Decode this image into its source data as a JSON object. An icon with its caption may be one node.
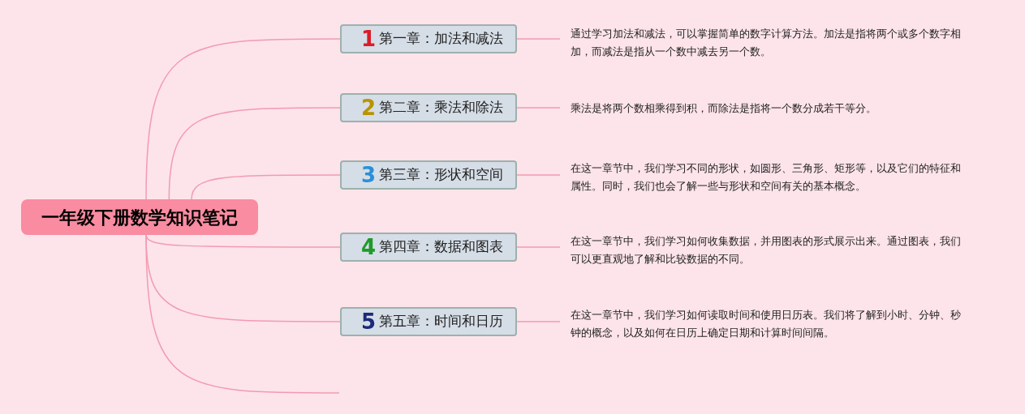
{
  "diagram": {
    "nodes": [
      {
        "text": [
          "一年级下册数学知识笔记"
        ]
      },
      {
        "text": [
          "1",
          "第一章：加法和减法"
        ]
      },
      {
        "text": [
          "2",
          "第二章：乘法和除法"
        ]
      },
      {
        "text": [
          "3",
          "第三章：形状和空间"
        ]
      },
      {
        "text": [
          "4",
          "第四章：数据和图表"
        ]
      },
      {
        "text": [
          "5",
          "第五章：时间和日历"
        ]
      },
      {
        "text": [
          "通过学习加法和减法，可以掌握简单的数字计算方法。加法是指将两个或多个数字相加，而减法是指从一个数中减去另一个数。"
        ]
      },
      {
        "text": [
          "乘法是将两个数相乘得到积，而除法是指将一个数分成若干等分。"
        ]
      },
      {
        "text": [
          "在这一章节中，我们学习不同的形状，如圆形、三角形、矩形等，以及它们的特征和属性。同时，我们也会了解一些与形状和空间有关的基本概念。"
        ]
      },
      {
        "text": [
          "在这一章节中，我们学习如何收集数据，并用图表的形式展示出来。通过图表，我们可以更直观地了解和比较数据的不同。"
        ]
      },
      {
        "text": [
          "在这一章节中，我们学习如何读取时间和使用日历表。我们将了解到小时、分钟、秒钟的概念，以及如何在日历上确定日期和计算时间间隔。"
        ]
      }
    ],
    "edges": [
      {
        "from": 0,
        "to": 1,
        "arrow": "none"
      },
      {
        "from": 0,
        "to": 2,
        "arrow": "none"
      },
      {
        "from": 0,
        "to": 3,
        "arrow": "none"
      },
      {
        "from": 0,
        "to": 4,
        "arrow": "none"
      },
      {
        "from": 0,
        "to": 5,
        "arrow": "none"
      },
      {
        "from": 0,
        "to": null,
        "arrow": "none"
      },
      {
        "from": 1,
        "to": 6,
        "arrow": "none"
      },
      {
        "from": 2,
        "to": 7,
        "arrow": "none"
      },
      {
        "from": 3,
        "to": 8,
        "arrow": "none"
      },
      {
        "from": 4,
        "to": 9,
        "arrow": "none"
      },
      {
        "from": 5,
        "to": 10,
        "arrow": "none"
      }
    ]
  }
}
